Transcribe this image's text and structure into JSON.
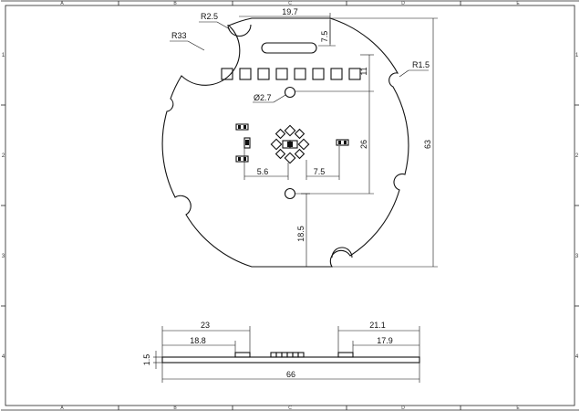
{
  "drawing": {
    "zone_columns": [
      "A",
      "B",
      "C",
      "D",
      "E"
    ],
    "zone_rows": [
      "1",
      "2",
      "3",
      "4"
    ],
    "top_view": {
      "radius_outer": "R33",
      "radius_notch_large": "R2.5",
      "radius_notch_small": "R1.5",
      "hole_diameter": "Ø2.7",
      "dim_slot_offset": "19.7",
      "dim_slot_height": "7.5",
      "dim_pads_to_hole": "11",
      "dim_hole_spacing": "26",
      "dim_overall_height": "63",
      "dim_led_left": "5.6",
      "dim_led_right": "7.5",
      "dim_lower_hole": "18.5"
    },
    "side_view": {
      "dim_left_outer": "23",
      "dim_left_inner": "18.8",
      "dim_right_outer": "21.1",
      "dim_right_inner": "17.9",
      "dim_thickness": "1.5",
      "dim_overall_width": "66"
    }
  }
}
